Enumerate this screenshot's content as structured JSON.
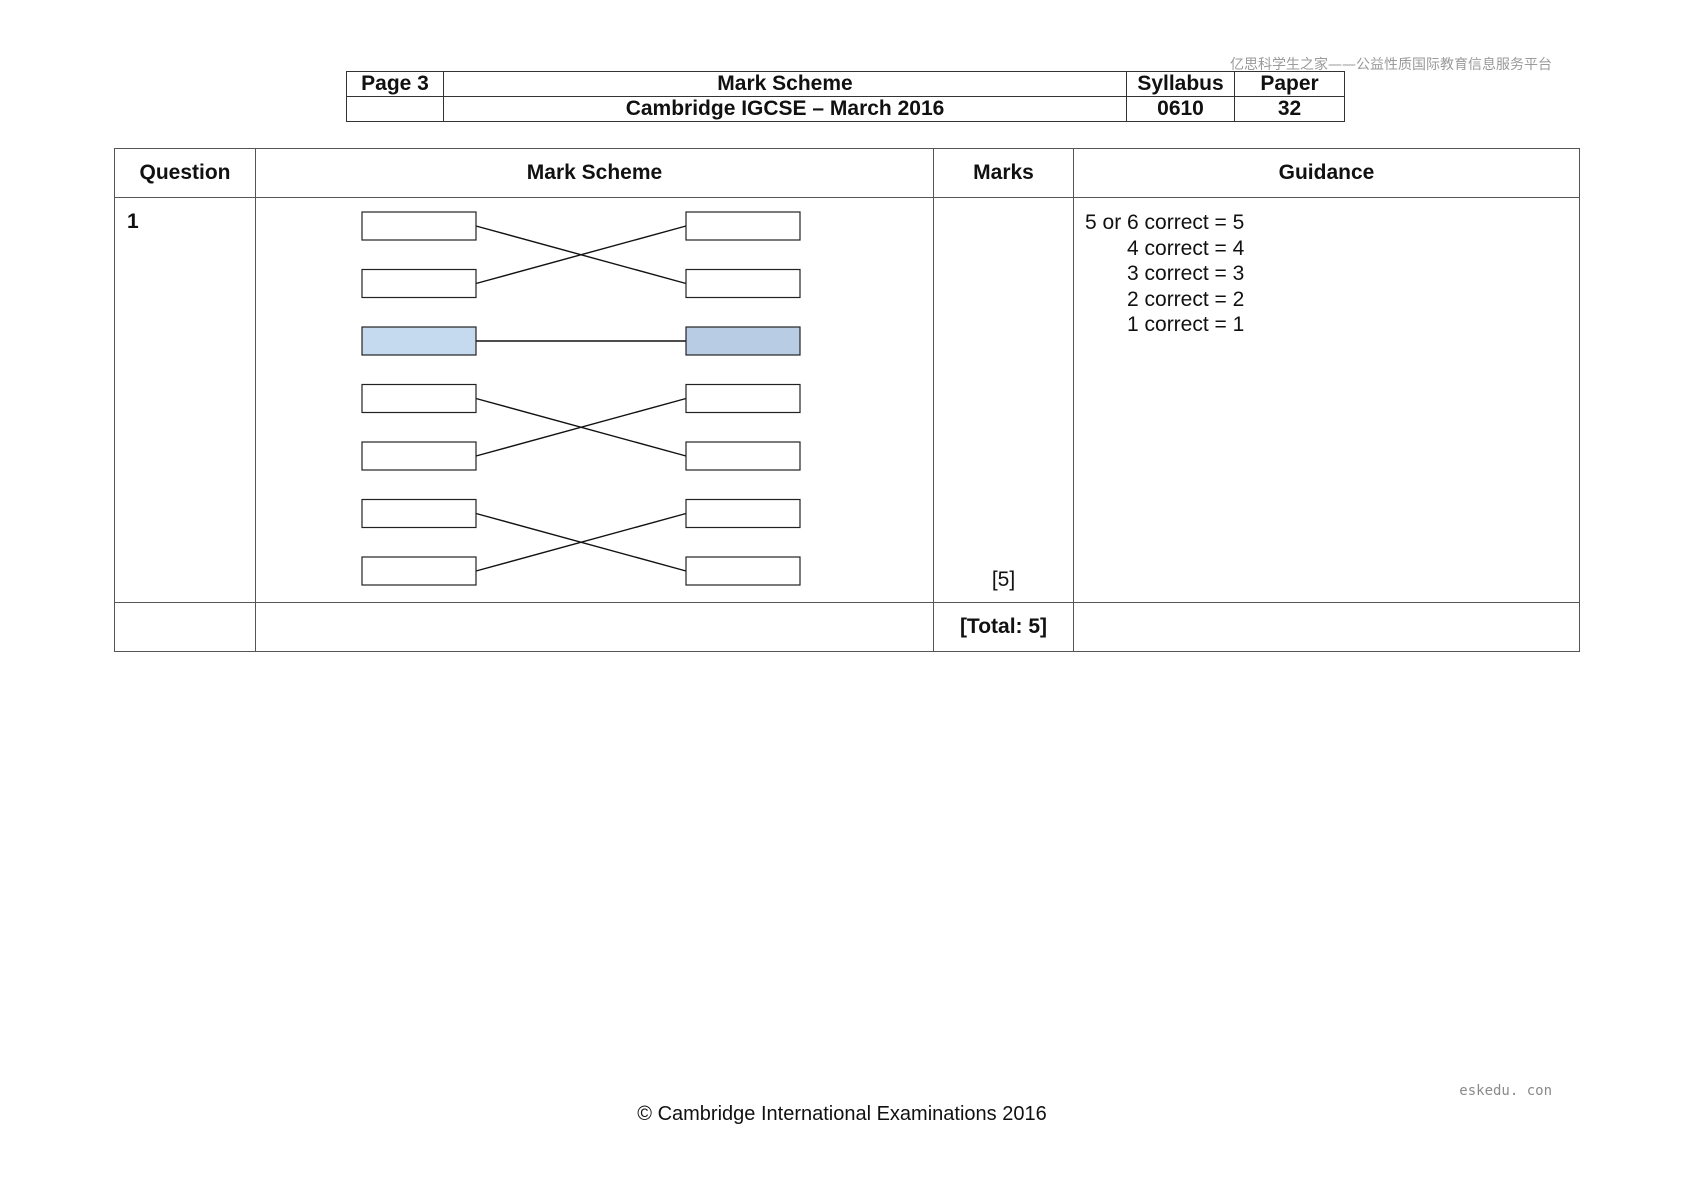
{
  "watermark": {
    "top": "亿思科学生之家——公益性质国际教育信息服务平台",
    "bottom": "eskedu. con"
  },
  "header": {
    "page_label": "Page 3",
    "mark_scheme_label": "Mark Scheme",
    "syllabus_label": "Syllabus",
    "paper_label": "Paper",
    "page_value": "",
    "exam_title": "Cambridge IGCSE – March 2016",
    "syllabus_code": "0610",
    "paper_code": "32"
  },
  "table": {
    "columns": [
      "Question",
      "Mark Scheme",
      "Marks",
      "Guidance"
    ],
    "rows": [
      {
        "question": "1",
        "marks": "[5]",
        "guidance": [
          "5 or 6 correct = 5",
          "4 correct = 4",
          "3 correct = 3",
          "2 correct = 2",
          "1 correct = 1"
        ]
      }
    ],
    "total": "[Total: 5]"
  },
  "matching_diagram": {
    "pair_count": 7,
    "links": [
      1,
      0,
      2,
      4,
      3,
      6,
      5
    ],
    "highlight_pair": 2,
    "highlight_left_color": "#c5d9ef",
    "highlight_right_color": "#b8cce4"
  },
  "footer": {
    "copyright": "© Cambridge International Examinations 2016"
  }
}
